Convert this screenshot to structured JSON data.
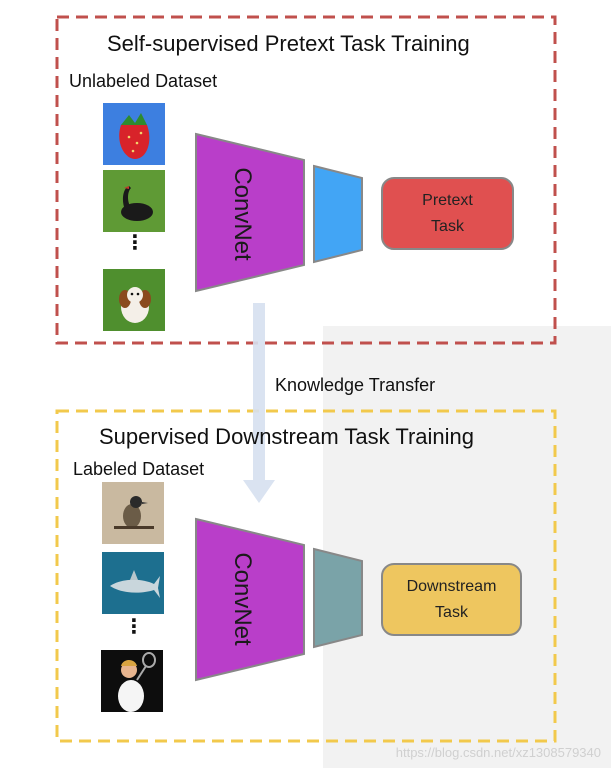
{
  "top_section": {
    "title": "Self-supervised Pretext Task Training",
    "dataset_label": "Unlabeled Dataset",
    "model_label": "ConvNet",
    "head_box": "Pretext\nTask",
    "border_color": "#c0504d",
    "head_color": "#42a5f5",
    "box_fill": "#e05050",
    "ellipsis": "⋮"
  },
  "transfer": {
    "label": "Knowledge Transfer",
    "arrow_color": "#d6e0f0"
  },
  "bottom_section": {
    "title": "Supervised Downstream Task Training",
    "dataset_label": "Labeled Dataset",
    "model_label": "ConvNet",
    "head_box": "Downstream\nTask",
    "border_color": "#f2c94c",
    "head_color": "#7aa3a8",
    "box_fill": "#eec65f",
    "ellipsis": "⋮"
  },
  "convnet_color": "#b93ec9",
  "watermark": "https://blog.csdn.net/xz1308579340"
}
